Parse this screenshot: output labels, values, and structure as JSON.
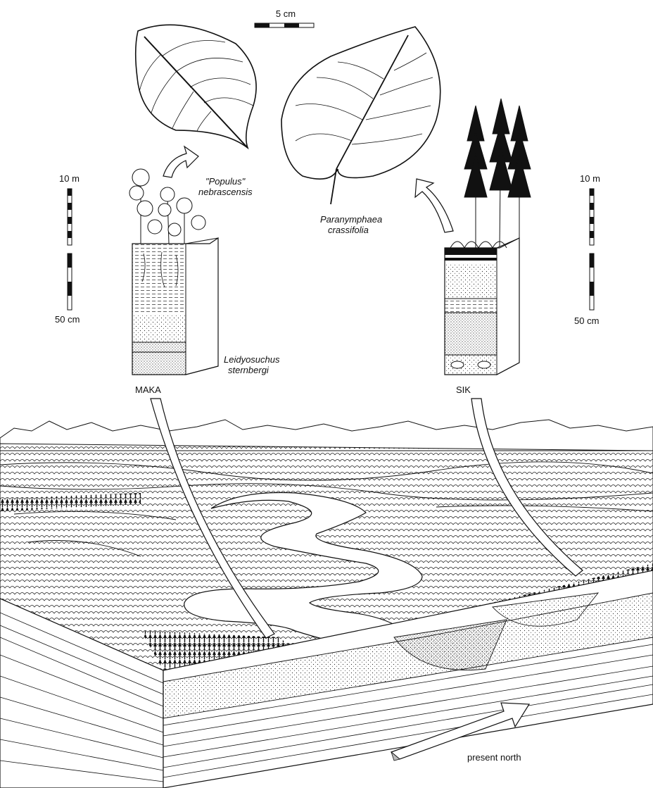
{
  "scale_leaf": "5 cm",
  "scale_left": {
    "top": "10 m",
    "bottom": "50 cm"
  },
  "scale_right": {
    "top": "10 m",
    "bottom": "50 cm"
  },
  "leaf_left": {
    "line1": "\"Populus\"",
    "line2": "nebrascensis"
  },
  "leaf_right": {
    "line1": "Paranymphaea",
    "line2": "crassifolia"
  },
  "fossil": {
    "line1": "Leidyosuchus",
    "line2": "sternbergi"
  },
  "site_left": "MAKA",
  "site_right": "SIK",
  "north_arrow": "present north"
}
